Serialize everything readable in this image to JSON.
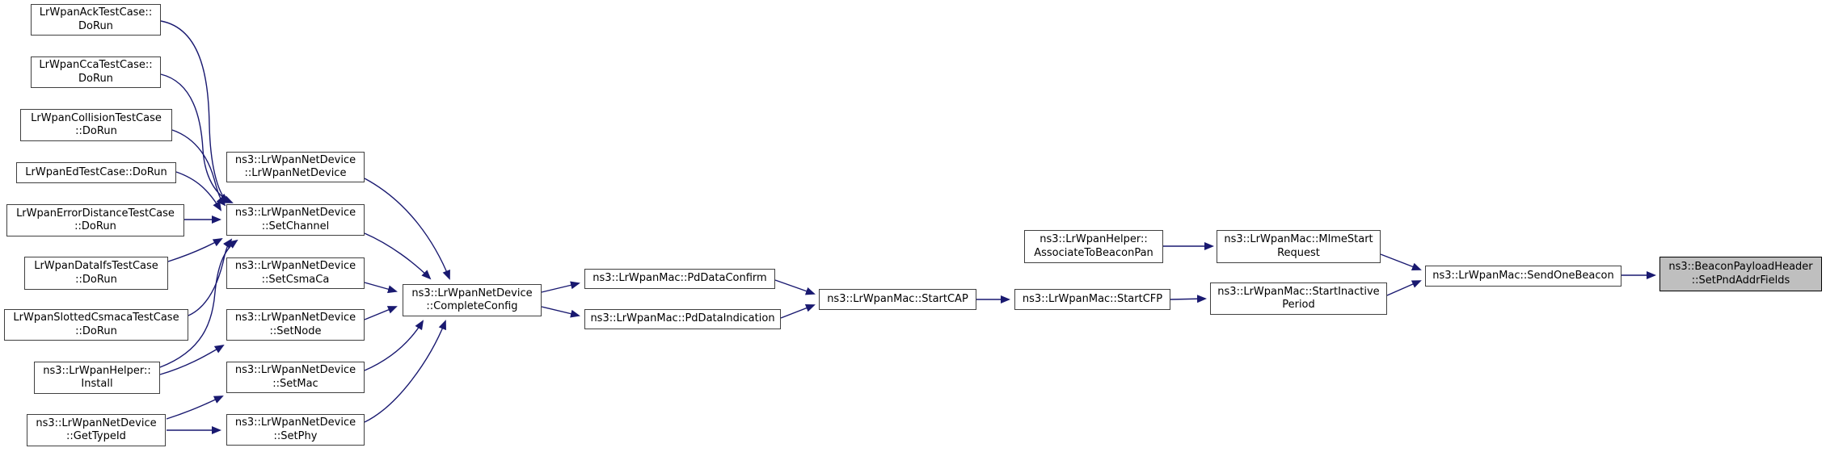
{
  "graph": {
    "kind": "doxygen-caller-graph",
    "target_function": "ns3::BeaconPayloadHeader::SetPndAddrFields",
    "colors": {
      "edge": "#191970",
      "node_border": "#404040",
      "node_fill": "#ffffff",
      "target_fill": "#bfbfbf",
      "target_border": "#000000",
      "text": "#000000"
    },
    "nodes": [
      {
        "id": "ack-dorun",
        "label": "LrWpanAckTestCase::\nDoRun"
      },
      {
        "id": "cca-dorun",
        "label": "LrWpanCcaTestCase::\nDoRun"
      },
      {
        "id": "collision-dorun",
        "label": "LrWpanCollisionTestCase\n::DoRun"
      },
      {
        "id": "ed-dorun",
        "label": "LrWpanEdTestCase::DoRun"
      },
      {
        "id": "error-distance-dorun",
        "label": "LrWpanErrorDistanceTestCase\n::DoRun"
      },
      {
        "id": "data-ifs-dorun",
        "label": "LrWpanDataIfsTestCase\n::DoRun"
      },
      {
        "id": "slotted-csmaca-dorun",
        "label": "LrWpanSlottedCsmacaTestCase\n::DoRun"
      },
      {
        "id": "install",
        "label": "ns3::LrWpanHelper::\nInstall"
      },
      {
        "id": "get-type-id",
        "label": "ns3::LrWpanNetDevice\n::GetTypeId"
      },
      {
        "id": "lrwpan-net-device-ctor",
        "label": "ns3::LrWpanNetDevice\n::LrWpanNetDevice"
      },
      {
        "id": "set-channel",
        "label": "ns3::LrWpanNetDevice\n::SetChannel"
      },
      {
        "id": "set-csma-ca",
        "label": "ns3::LrWpanNetDevice\n::SetCsmaCa"
      },
      {
        "id": "set-node",
        "label": "ns3::LrWpanNetDevice\n::SetNode"
      },
      {
        "id": "set-mac",
        "label": "ns3::LrWpanNetDevice\n::SetMac"
      },
      {
        "id": "set-phy",
        "label": "ns3::LrWpanNetDevice\n::SetPhy"
      },
      {
        "id": "complete-config",
        "label": "ns3::LrWpanNetDevice\n::CompleteConfig"
      },
      {
        "id": "pd-data-confirm",
        "label": "ns3::LrWpanMac::PdDataConfirm"
      },
      {
        "id": "pd-data-indication",
        "label": "ns3::LrWpanMac::PdDataIndication"
      },
      {
        "id": "start-cap",
        "label": "ns3::LrWpanMac::StartCAP"
      },
      {
        "id": "associate-to-beacon-pan",
        "label": "ns3::LrWpanHelper::\nAssociateToBeaconPan"
      },
      {
        "id": "start-cfp",
        "label": "ns3::LrWpanMac::StartCFP"
      },
      {
        "id": "mlme-start-request",
        "label": "ns3::LrWpanMac::MlmeStart\nRequest"
      },
      {
        "id": "start-inactive-period",
        "label": "ns3::LrWpanMac::StartInactive\nPeriod"
      },
      {
        "id": "send-one-beacon",
        "label": "ns3::LrWpanMac::SendOneBeacon"
      },
      {
        "id": "set-pnd-addr-fields",
        "label": "ns3::BeaconPayloadHeader\n::SetPndAddrFields",
        "highlighted": true
      }
    ],
    "edges": [
      {
        "from": "ack-dorun",
        "to": "set-channel"
      },
      {
        "from": "cca-dorun",
        "to": "set-channel"
      },
      {
        "from": "collision-dorun",
        "to": "set-channel"
      },
      {
        "from": "ed-dorun",
        "to": "set-channel"
      },
      {
        "from": "error-distance-dorun",
        "to": "set-channel"
      },
      {
        "from": "data-ifs-dorun",
        "to": "set-channel"
      },
      {
        "from": "slotted-csmaca-dorun",
        "to": "set-channel"
      },
      {
        "from": "install",
        "to": "set-channel"
      },
      {
        "from": "install",
        "to": "set-node"
      },
      {
        "from": "get-type-id",
        "to": "set-mac"
      },
      {
        "from": "get-type-id",
        "to": "set-phy"
      },
      {
        "from": "lrwpan-net-device-ctor",
        "to": "complete-config"
      },
      {
        "from": "set-channel",
        "to": "complete-config"
      },
      {
        "from": "set-csma-ca",
        "to": "complete-config"
      },
      {
        "from": "set-node",
        "to": "complete-config"
      },
      {
        "from": "set-mac",
        "to": "complete-config"
      },
      {
        "from": "set-phy",
        "to": "complete-config"
      },
      {
        "from": "complete-config",
        "to": "pd-data-confirm"
      },
      {
        "from": "complete-config",
        "to": "pd-data-indication"
      },
      {
        "from": "pd-data-confirm",
        "to": "start-cap"
      },
      {
        "from": "pd-data-indication",
        "to": "start-cap"
      },
      {
        "from": "start-cap",
        "to": "start-cfp"
      },
      {
        "from": "associate-to-beacon-pan",
        "to": "mlme-start-request"
      },
      {
        "from": "start-cfp",
        "to": "start-inactive-period"
      },
      {
        "from": "mlme-start-request",
        "to": "send-one-beacon"
      },
      {
        "from": "start-inactive-period",
        "to": "send-one-beacon"
      },
      {
        "from": "send-one-beacon",
        "to": "set-pnd-addr-fields"
      }
    ]
  }
}
